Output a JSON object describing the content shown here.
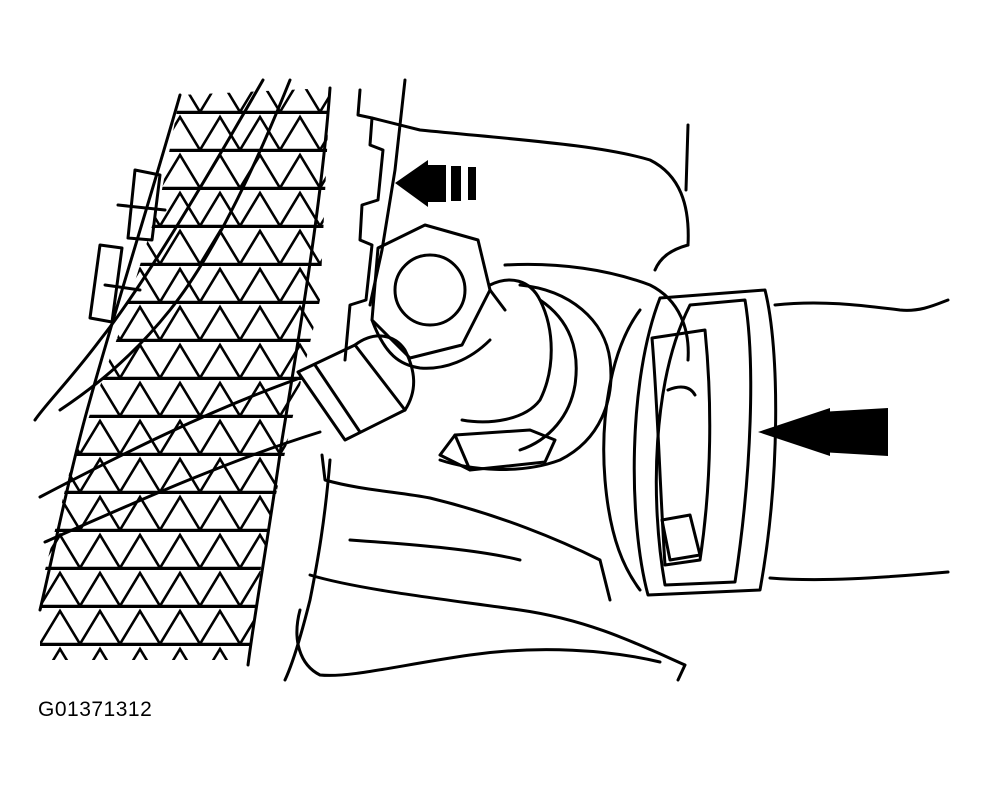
{
  "figure": {
    "code": "G01371312",
    "colors": {
      "line": "#000000",
      "background": "#ffffff"
    }
  },
  "callouts": [
    {
      "name": "upper-left-arrow",
      "direction": "left",
      "style": "dashed"
    },
    {
      "name": "clamp-arrow",
      "direction": "left",
      "style": "solid"
    }
  ]
}
